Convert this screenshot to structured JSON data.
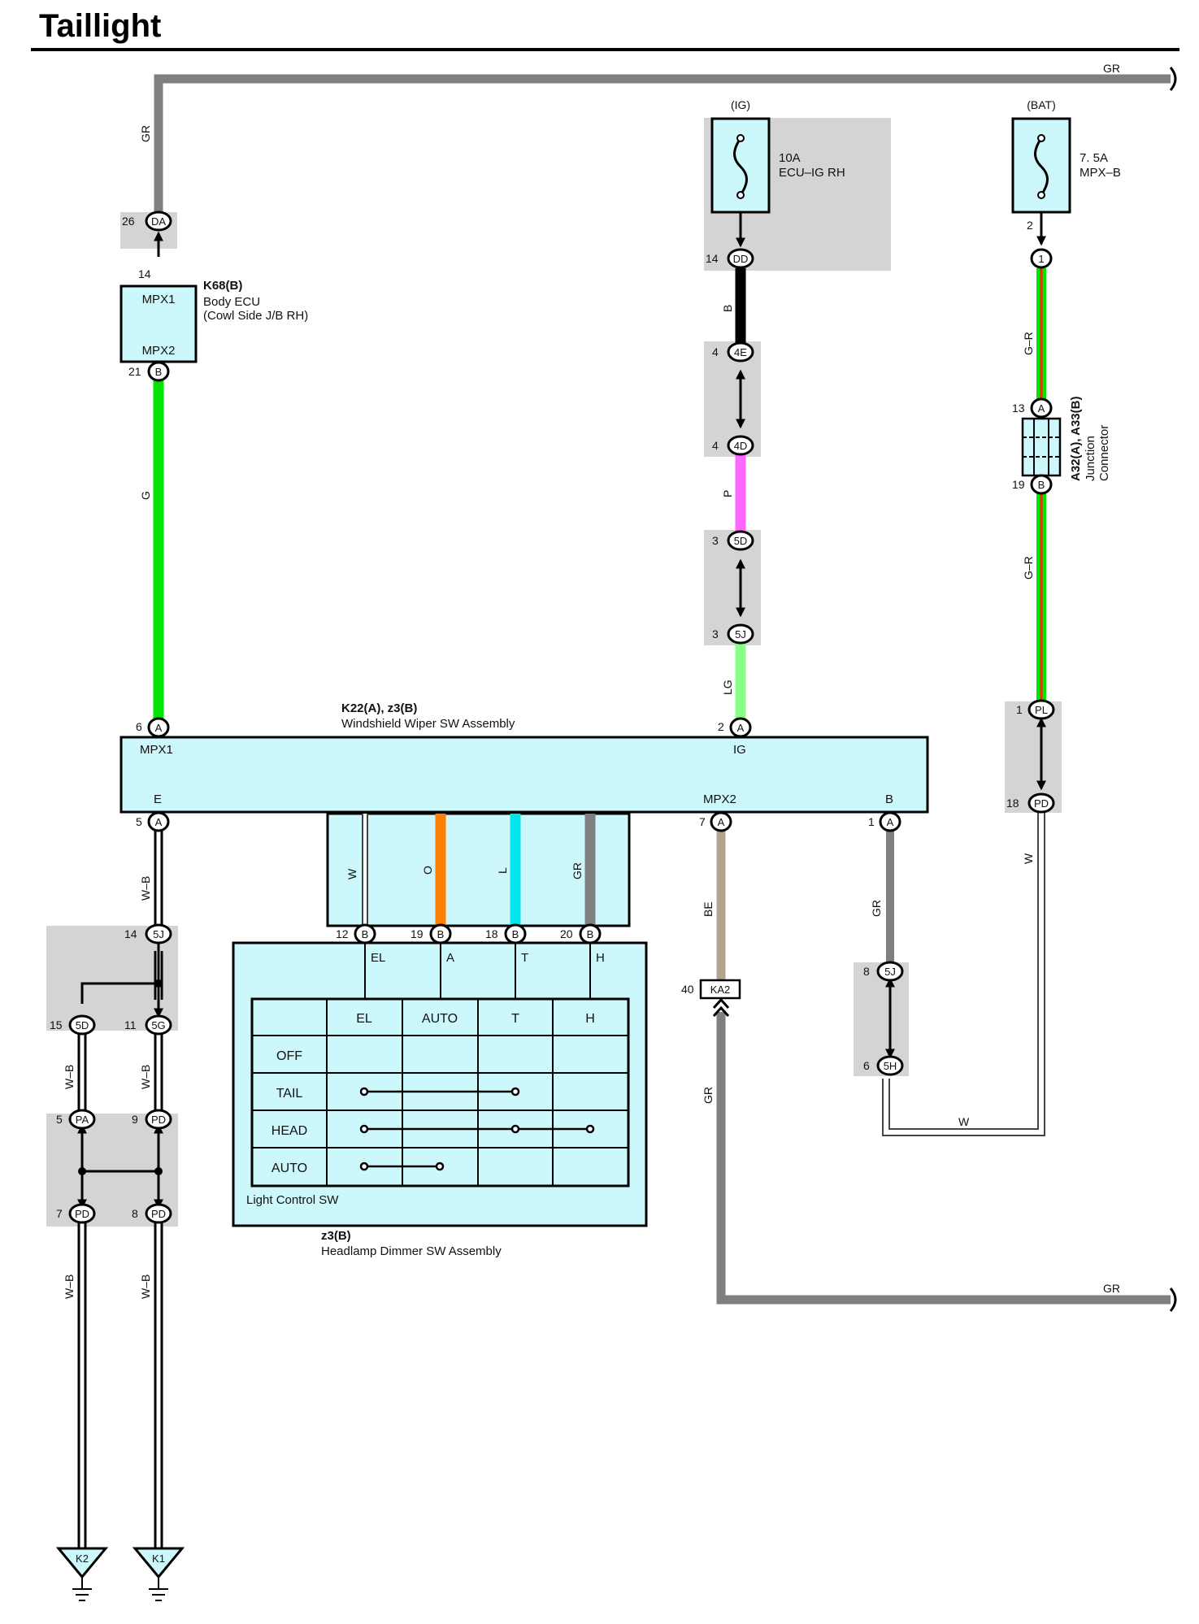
{
  "title": "Taillight",
  "colors": {
    "G": "#00e600",
    "GR": "#7f7f7f",
    "B": "#000000",
    "P": "#ff66ff",
    "LG": "#88ff88",
    "O": "#ff8000",
    "L": "#00e5ee",
    "BE": "#b3a38f",
    "R": "#ff2200",
    "W": "#ffffff",
    "box_fill": "#ccf7fb",
    "gray_zone": "#d4d4d4"
  },
  "wire_labels": {
    "gr_top_left": "GR",
    "gr_top_right": "GR",
    "b": "B",
    "p": "P",
    "lg": "LG",
    "gr1": "G–R",
    "gr2": "G–R",
    "g": "G",
    "w_right": "W",
    "w_bottom": "W",
    "wb1": "W–B",
    "wb2": "W–B",
    "wb3": "W–B",
    "wb4": "W–B",
    "wb5": "W–B",
    "bus_w": "W",
    "bus_o": "O",
    "bus_l": "L",
    "bus_gr": "GR",
    "be": "BE",
    "gr_b": "GR",
    "gr_ka2": "GR",
    "gr_bottom_right": "GR"
  },
  "fuses": {
    "ig": {
      "source": "(IG)",
      "rating": "10A",
      "name": "ECU–IG RH"
    },
    "bat": {
      "source": "(BAT)",
      "rating": "7. 5A",
      "name": "MPX–B"
    }
  },
  "components": {
    "body_ecu": {
      "code": "K68(B)",
      "line1": "Body ECU",
      "line2": "(Cowl Side J/B RH)",
      "top_label": "MPX1",
      "bottom_label": "MPX2"
    },
    "wiper": {
      "code": "K22(A), z3(B)",
      "name": "Windshield Wiper SW Assembly",
      "mpx1": "MPX1",
      "ig": "IG",
      "e": "E",
      "mpx2": "MPX2",
      "b": "B"
    },
    "junction": {
      "code": "A32(A), A33(B)",
      "line1": "Junction",
      "line2": "Connector"
    },
    "dimmer": {
      "code": "z3(B)",
      "name": "Headlamp Dimmer SW Assembly",
      "sw_label": "Light Control SW",
      "term_el": "EL",
      "term_a": "A",
      "term_t": "T",
      "term_h": "H"
    },
    "ka2": {
      "pin": "40",
      "name": "KA2"
    }
  },
  "light_table": {
    "headers": [
      "EL",
      "AUTO",
      "T",
      "H"
    ],
    "rows": [
      "OFF",
      "TAIL",
      "HEAD",
      "AUTO"
    ]
  },
  "pins": {
    "da": {
      "num": "26",
      "code": "DA"
    },
    "ecu14": {
      "num": "14"
    },
    "ecu21": {
      "num": "21",
      "code": "B"
    },
    "dd": {
      "num": "14",
      "code": "DD"
    },
    "e4e": {
      "num": "4",
      "code": "4E"
    },
    "e4d": {
      "num": "4",
      "code": "4D"
    },
    "e5d": {
      "num": "3",
      "code": "5D"
    },
    "e5j": {
      "num": "3",
      "code": "5J"
    },
    "f1": {
      "num": "2",
      "code": "1"
    },
    "j13": {
      "num": "13",
      "code": "A"
    },
    "j19": {
      "num": "19",
      "code": "B"
    },
    "pl": {
      "num": "1",
      "code": "PL"
    },
    "pd18": {
      "num": "18",
      "code": "PD"
    },
    "w6": {
      "num": "6",
      "code": "A"
    },
    "w2": {
      "num": "2",
      "code": "A"
    },
    "w5": {
      "num": "5",
      "code": "A"
    },
    "w7": {
      "num": "7",
      "code": "A"
    },
    "w1": {
      "num": "1",
      "code": "A"
    },
    "d12": {
      "num": "12",
      "code": "B"
    },
    "d19": {
      "num": "19",
      "code": "B"
    },
    "d18": {
      "num": "18",
      "code": "B"
    },
    "d20": {
      "num": "20",
      "code": "B"
    },
    "g5j14": {
      "num": "14",
      "code": "5J"
    },
    "g5d15": {
      "num": "15",
      "code": "5D"
    },
    "g5g11": {
      "num": "11",
      "code": "5G"
    },
    "pa5": {
      "num": "5",
      "code": "PA"
    },
    "pd9": {
      "num": "9",
      "code": "PD"
    },
    "pd7": {
      "num": "7",
      "code": "PD"
    },
    "pd8": {
      "num": "8",
      "code": "PD"
    },
    "r5j8": {
      "num": "8",
      "code": "5J"
    },
    "r5h6": {
      "num": "6",
      "code": "5H"
    }
  },
  "grounds": {
    "k2": "K2",
    "k1": "K1"
  }
}
